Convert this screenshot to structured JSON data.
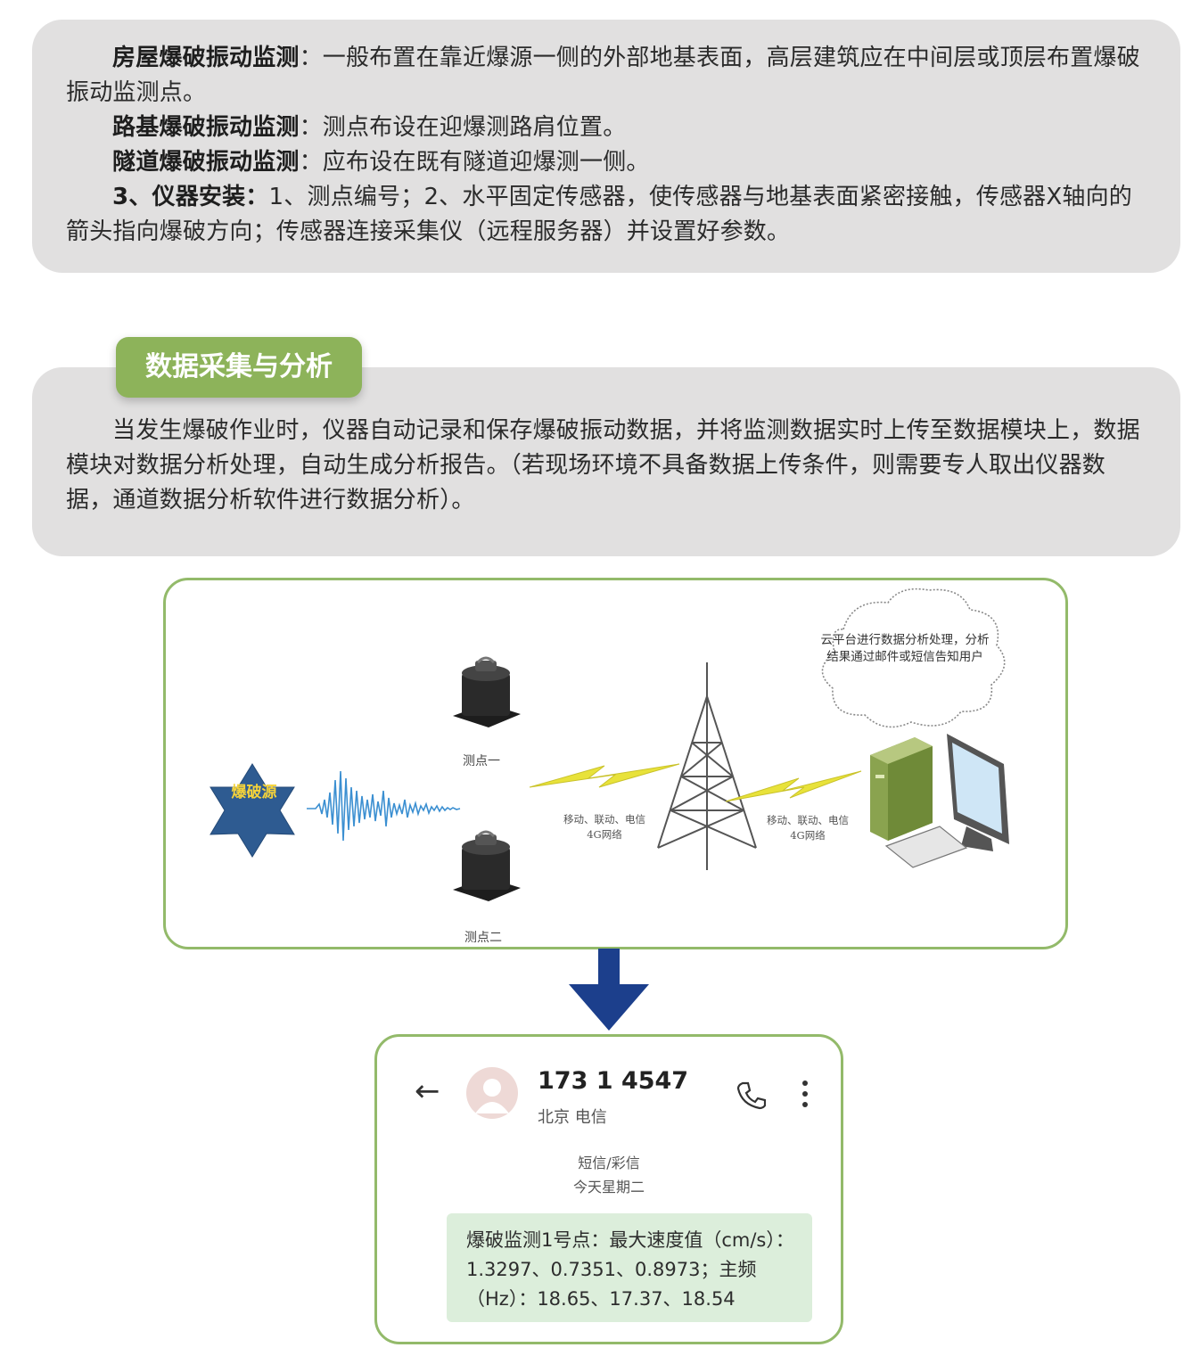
{
  "intro": {
    "p1_label": "房屋爆破振动监测",
    "p1_text": "：一般布置在靠近爆源一侧的外部地基表面，高层建筑应在中间层或顶层布置爆破振动监测点。",
    "p2_label": "路基爆破振动监测",
    "p2_text": "：测点布设在迎爆测路肩位置。",
    "p3_label": "隧道爆破振动监测",
    "p3_text": "：应布设在既有隧道迎爆测一侧。",
    "p4_label": "3、仪器安装：",
    "p4_text": "1、测点编号；2、水平固定传感器，使传感器与地基表面紧密接触，传感器X轴向的箭头指向爆破方向；传感器连接采集仪（远程服务器）并设置好参数。"
  },
  "section": {
    "title": "数据采集与分析",
    "body": "当发生爆破作业时，仪器自动记录和保存爆破振动数据，并将监测数据实时上传至数据模块上，数据模块对数据分析处理，自动生成分析报告。（若现场环境不具备数据上传条件，则需要专人取出仪器数据，通道数据分析软件进行数据分析）。"
  },
  "diagram": {
    "blast_source": "爆破源",
    "point1": "测点一",
    "point2": "测点二",
    "network1": {
      "line1": "移动、联动、电信",
      "line2": "4G网络"
    },
    "network2": {
      "line1": "移动、联动、电信",
      "line2": "4G网络"
    },
    "cloud_text": "云平台进行数据分析处理，分析结果通过邮件或短信告知用户"
  },
  "sms": {
    "phone_number": "173 1 4547",
    "carrier": "北京 电信",
    "message_type": "短信/彩信",
    "date": "今天星期二",
    "message": "爆破监测1号点：最大速度值（cm/s）：1.3297、0.7351、0.8973；主频（Hz）：18.65、17.37、18.54"
  },
  "colors": {
    "card_bg": "#e1e0e0",
    "accent_green": "#8db35a",
    "border_green": "#93ba6a",
    "arrow_blue": "#1c3f8c",
    "bubble_green": "#dceedb"
  }
}
